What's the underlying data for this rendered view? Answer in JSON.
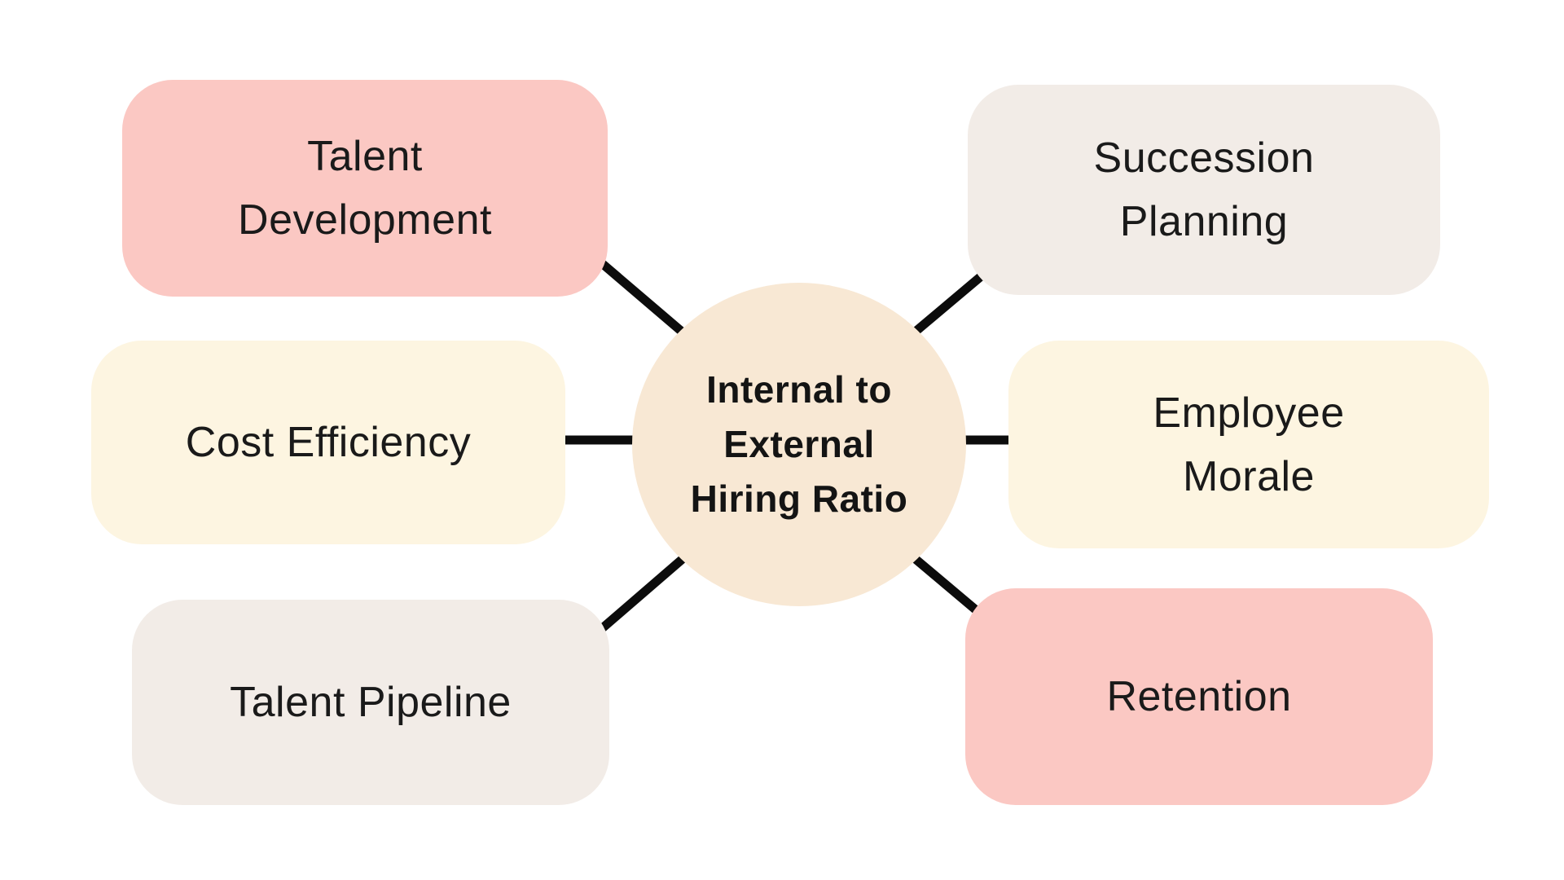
{
  "diagram": {
    "center_node": {
      "label_lines": [
        "Internal to",
        "External",
        "Hiring Ratio"
      ],
      "color": "#f8e8d4"
    },
    "nodes": {
      "talent_development": {
        "lines": [
          "Talent",
          "Development"
        ],
        "color": "#fbc8c3"
      },
      "cost_efficiency": {
        "lines": [
          "Cost Efficiency"
        ],
        "color": "#fdf5e1"
      },
      "talent_pipeline": {
        "lines": [
          "Talent Pipeline"
        ],
        "color": "#f2ece7"
      },
      "succession_planning": {
        "lines": [
          "Succession",
          "Planning"
        ],
        "color": "#f2ece7"
      },
      "employee_morale": {
        "lines": [
          "Employee",
          "Morale"
        ],
        "color": "#fdf5e1"
      },
      "retention": {
        "lines": [
          "Retention"
        ],
        "color": "#fbc8c3"
      }
    },
    "colors": {
      "background": "#ffffff",
      "connector": "#0c0c0c",
      "text": "#1a1a1a",
      "pink": "#fbc8c3",
      "cream": "#fdf5e1",
      "beige": "#f2ece7",
      "circle_fill": "#f8e8d4"
    }
  }
}
